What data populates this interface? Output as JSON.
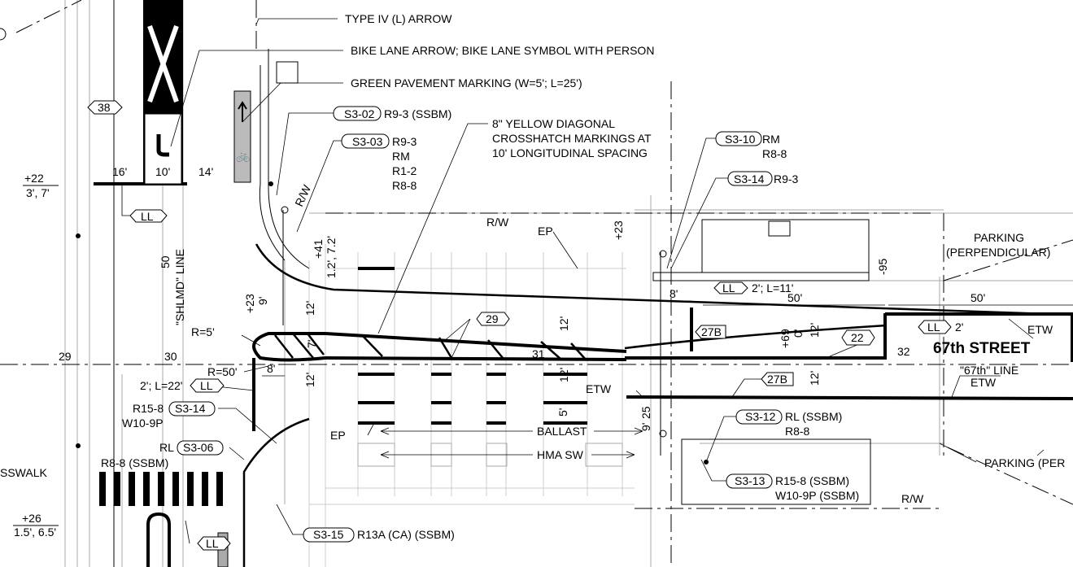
{
  "callouts": {
    "type4_arrow": "TYPE IV (L) ARROW",
    "bike_lane": "BIKE LANE ARROW; BIKE LANE SYMBOL WITH PERSON",
    "green_pavement": "GREEN PAVEMENT MARKING (W=5'; L=25')",
    "crosshatch_1": "8\" YELLOW DIAGONAL",
    "crosshatch_2": "CROSSHATCH MARKINGS AT",
    "crosshatch_3": "10' LONGITUDINAL SPACING",
    "parking_perp_1": "PARKING",
    "parking_perp_2": "(PERPENDICULAR)",
    "parking_per": "PARKING (PER",
    "crosswalk": "SSWALK"
  },
  "tags": {
    "s302": "S3-02",
    "s303": "S3-03",
    "s310": "S3-10",
    "s314a": "S3-14",
    "s314b": "S3-14",
    "s306": "S3-06",
    "s312": "S3-12",
    "s313": "S3-13",
    "s315": "S3-15",
    "t38": "38",
    "t29": "29",
    "t22": "22",
    "t27b_a": "27B",
    "t27b_b": "27B",
    "ll_a": "LL",
    "ll_b": "LL",
    "ll_c": "LL",
    "ll_d": "LL",
    "ll_e": "LL"
  },
  "signs": {
    "s302": "R9-3 (SSBM)",
    "s303_1": "R9-3",
    "s303_2": "RM",
    "s303_3": "R1-2",
    "s303_4": "R8-8",
    "s310_1": "RM",
    "s310_2": "R8-8",
    "s314a": "R9-3",
    "s314b_1": "R15-8",
    "s314b_2": "W10-9P",
    "s306": "RL",
    "r88": "R8-8 (SSBM)",
    "s312_1": "RL (SSBM)",
    "s312_2": "R8-8",
    "s313_1": "R15-8 (SSBM)",
    "s313_2": "W10-9P (SSBM)",
    "s315": "R13A (CA) (SSBM)"
  },
  "dims": {
    "d16": "16'",
    "d10": "10'",
    "d14": "14'",
    "p22": "+22",
    "p22b": "3', 7'",
    "p26": "+26",
    "p26b": "1.5', 6.5'",
    "p23": "+23",
    "p23b": "9'",
    "p41": "+41",
    "p41b": "1.2', 7.2'",
    "p23v": "+23",
    "p69": "+69",
    "p69b": "0'",
    "m95": "-95",
    "d50v": "50",
    "shlmd": "\"SHLMD\" LINE",
    "r5": "R=5'",
    "r50": "R=50'",
    "d8a": "8'",
    "d7": "7'",
    "d12a": "12'",
    "d12b": "12'",
    "d12c": "12'",
    "d12d": "12'",
    "d12e": "12'",
    "d12f": "12'",
    "d5": "5'",
    "d9": "9'",
    "d25": "25",
    "d8b": "8'",
    "d50a": "50'",
    "d50b": "50'",
    "ll2a": "2'; L=11'",
    "ll2b": "2'; L=22'",
    "ll2c": "2'",
    "n29": "29",
    "n30": "30",
    "n31": "31",
    "n32": "32"
  },
  "street": {
    "name": "67th STREET",
    "line": "\"67th\" LINE",
    "etw1": "ETW",
    "etw2": "ETW",
    "etw3": "ETW",
    "ep1": "EP",
    "ep2": "EP",
    "rw1": "R/W",
    "rw2": "R/W",
    "rw3": "R/W",
    "ballast": "BALLAST",
    "hma": "HMA SW"
  }
}
